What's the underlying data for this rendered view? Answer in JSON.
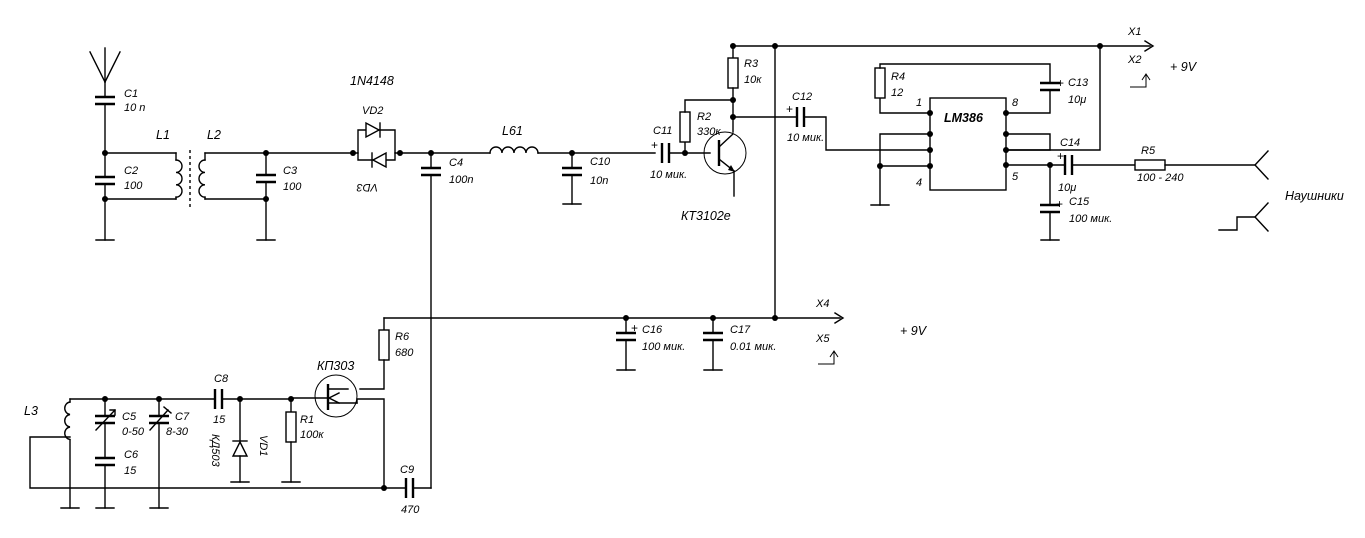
{
  "labels": {
    "c1": "C1",
    "c1v": "10 n",
    "l1": "L1",
    "l2": "L2",
    "c2": "C2",
    "c2v": "100",
    "c3": "C3",
    "c3v": "100",
    "diode_part": "1N4148",
    "vd2": "VD2",
    "vd3": "VD3",
    "c4": "C4",
    "c4v": "100n",
    "l61": "L61",
    "c10": "C10",
    "c10v": "10n",
    "c11": "C11",
    "c11v": "10 мик.",
    "r2": "R2",
    "r2v": "330к",
    "r3": "R3",
    "r3v": "10к",
    "transistor": "КТ3102е",
    "c12": "C12",
    "c12v": "10 мик.",
    "r4": "R4",
    "r4v": "12",
    "c13": "C13",
    "c13v": "10μ",
    "ic": "LM386",
    "pin1": "1",
    "pin8": "8",
    "pin4": "4",
    "pin5": "5",
    "c14": "C14",
    "c14v": "10μ",
    "c15": "C15",
    "c15v": "100 мик.",
    "r5": "R5",
    "r5v": "100 - 240",
    "x1": "X1",
    "x2": "X2",
    "v9_top": "+ 9V",
    "headphones": "Наушники",
    "x4": "X4",
    "x5": "X5",
    "v9_mid": "+ 9V",
    "c16": "C16",
    "c16v": "100 мик.",
    "c17": "C17",
    "c17v": "0.01 мик.",
    "r6": "R6",
    "r6v": "680",
    "fet": "КП303",
    "l3": "L3",
    "c5": "C5",
    "c5v": "0-50",
    "c7": "C7",
    "c7v": "8-30",
    "c6": "C6",
    "c6v": "15",
    "c8": "C8",
    "c8v": "15",
    "vd1": "VD1",
    "vd1p": "КД503",
    "r1": "R1",
    "r1v": "100к",
    "c9": "C9",
    "c9v": "470",
    "plus": "+"
  },
  "icons": {
    "antenna": "antenna-icon",
    "ground": "ground-icon",
    "diode": "diode-icon",
    "transistor": "npn-transistor-icon",
    "fet": "fet-icon",
    "headphones": "headphone-jack-icon",
    "arrow": "terminal-arrow-icon"
  }
}
